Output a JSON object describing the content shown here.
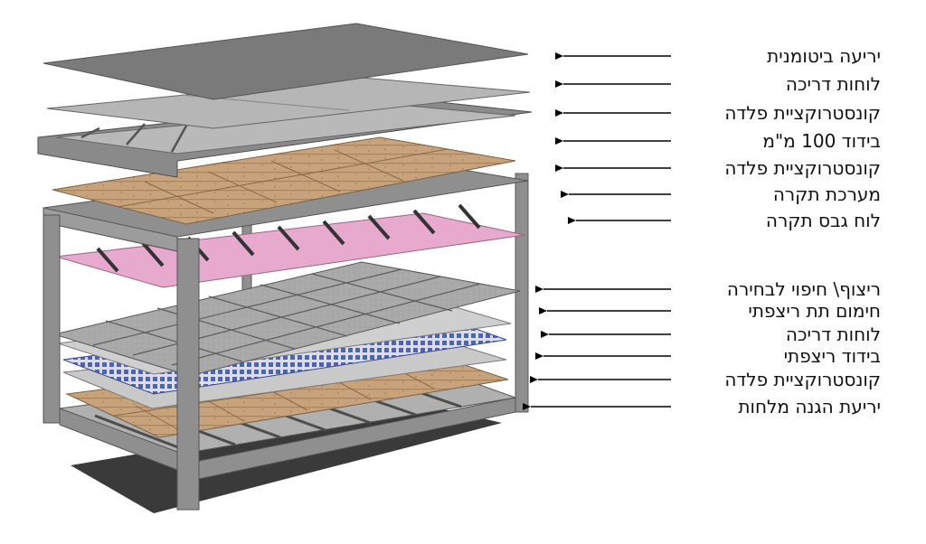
{
  "labels": [
    "יריעה ביטומנית",
    "לוחות דריכה",
    "קונסטרוקציית פלדה",
    "בידוד 100 מ\"מ",
    "קונסטרוקציית פלדה",
    "מערכת תקרה",
    "לוח גבס תקרה",
    "ריצוף\\ חיפוי לבחירה",
    "חימום תת ריצפתי",
    "לוחות דריכה",
    "בידוד ריצפתי",
    "קונסטרוקציית פלדה",
    "יריעת הגנה מלחות"
  ],
  "colors": {
    "steel": "#8f8f8f",
    "steel_dark": "#6d6d6d",
    "membrane": "#7a7a7a",
    "board": "#c9c9c9",
    "insulation": "#c8a27a",
    "gypsum": "#e7a9cd",
    "tile": "#a9a9a9",
    "heating": "#4e62b8",
    "ground": "#3a3a3a",
    "arrow": "#000000"
  }
}
